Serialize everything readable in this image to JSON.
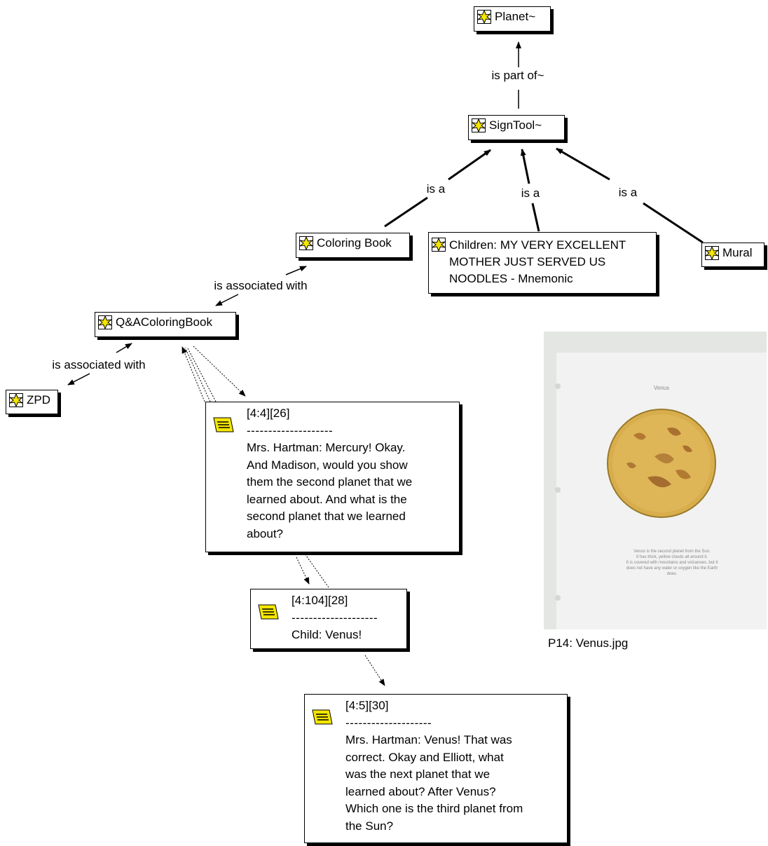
{
  "nodes": {
    "planet": "Planet~",
    "signtool": "SignTool~",
    "coloring_book": "Coloring Book",
    "children": "Children:  MY VERY EXCELLENT MOTHER JUST SERVED US NOODLES - Mnemonic",
    "mural": "Mural",
    "qa_coloring_book": "Q&AColoringBook",
    "zpd": "ZPD"
  },
  "relations": {
    "is_part_of": "is part of~",
    "is_a_1": "is a",
    "is_a_2": "is a",
    "is_a_3": "is a",
    "assoc_1": "is associated with",
    "assoc_2": "is associated with"
  },
  "memos": [
    {
      "id": "[4:4][26]",
      "separator": "--------------------",
      "lines": [
        "Mrs. Hartman:  Mercury!  Okay.",
        "And Madison, would you show",
        "them the second planet that we",
        "learned about.  And what is the",
        "second planet that we learned",
        "about?"
      ]
    },
    {
      "id": "[4:104][28]",
      "separator": "--------------------",
      "lines": [
        "Child:  Venus!"
      ]
    },
    {
      "id": "[4:5][30]",
      "separator": "--------------------",
      "lines": [
        "Mrs. Hartman:  Venus!  That was",
        "correct.  Okay and Elliott, what",
        "was the next planet that we",
        "learned about?  After Venus?",
        "Which one is the third planet from",
        "the Sun?"
      ]
    }
  ],
  "image": {
    "caption": "P14: Venus.jpg",
    "title": "Venus",
    "text_lines": [
      "Venus is the second planet from the Sun.",
      "It has thick, yellow clouds all around it.",
      "It is covered with mountains and volcanoes, but it",
      "does not have any water or oxygen like the Earth",
      "does."
    ]
  },
  "icons": {
    "code": "code-star-icon",
    "memo": "memo-note-icon"
  },
  "colors": {
    "icon_yellow": "#f5e600",
    "venus_fill": "#d8ad4c",
    "photo_bg": "#e4e6e3"
  }
}
